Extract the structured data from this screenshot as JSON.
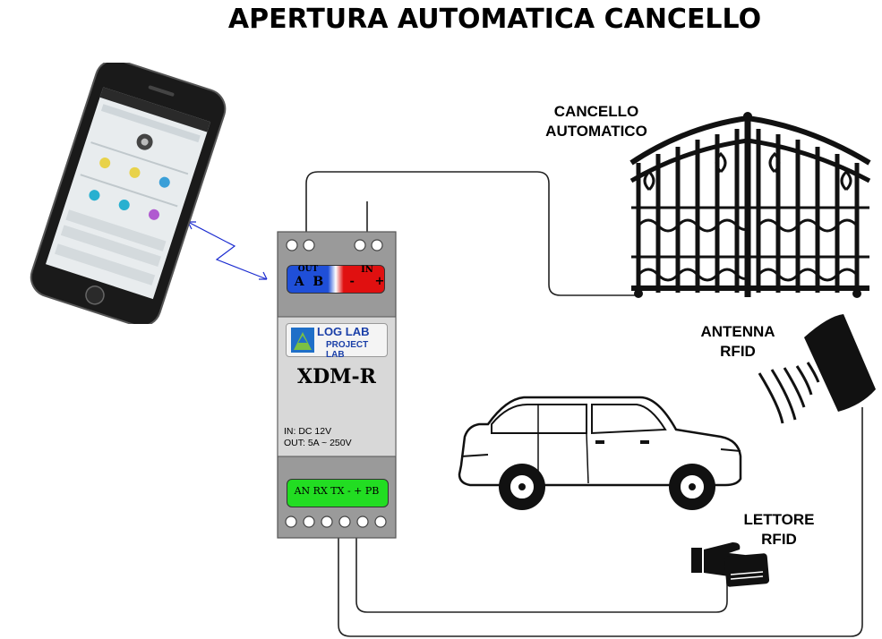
{
  "title": "APERTURA AUTOMATICA CANCELLO",
  "labels": {
    "gate": [
      "CANCELLO",
      "AUTOMATICO"
    ],
    "antenna": [
      "ANTENNA",
      "RFID"
    ],
    "reader": [
      "LETTORE",
      "RFID"
    ]
  },
  "module": {
    "name": "XDM-R",
    "brand_top": "LOG LAB",
    "brand_bottom": "PROJECT LAB",
    "out_label": "OUT",
    "out_terminals": "A  B",
    "in_label": "IN",
    "in_terminals": "-     +",
    "spec_in": "IN: DC 12V",
    "spec_out": "OUT: 5A ~ 250V",
    "bottom_terminals": "AN RX TX - + PB"
  },
  "colors": {
    "out_block": "#1f4fd8",
    "in_block": "#e01010",
    "terminal_block": "#22dd22",
    "module_body": "#9a9a9a"
  }
}
